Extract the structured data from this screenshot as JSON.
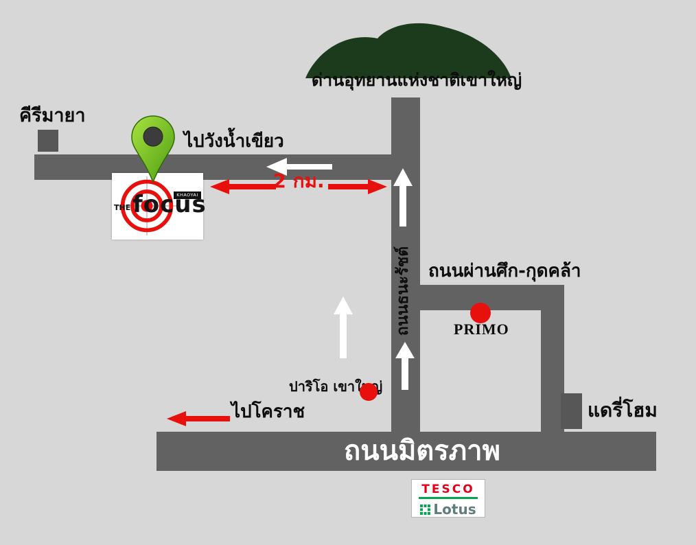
{
  "labels": {
    "park_checkpoint": "ด่านอุทยานแห่งชาติเขาใหญ่",
    "kirimaya": "คีรีมายา",
    "to_wang_nam_khiao": "ไปวังน้ำเขียว",
    "distance_2km": "2 กม.",
    "thanarat_road": "ถนนธนะรัชต์",
    "phan_suek_kut_khla_road": "ถนนผ่านศึก-กุดคล้า",
    "primo": "PRIMO",
    "pario_khao_yai": "ปาริโอ เขาใหญ่",
    "to_korat": "ไปโคราช",
    "dairy_home": "แดรี่โฮม",
    "mittraphap_road": "ถนนมิตรภาพ"
  },
  "focus_logo": {
    "the": "THE",
    "name": "focus",
    "region": "KHAOYAI"
  },
  "tesco_lotus": {
    "brand": "TESCO",
    "sub_brand": "Lotus"
  },
  "colors": {
    "background": "#d7d7d7",
    "road": "#626262",
    "square_gray": "#575757",
    "mountain_green": "#1c3b1c",
    "accent_red": "#e8100c",
    "pin_green_light": "#a8e33f",
    "pin_green_dark": "#4e9d12",
    "tesco_red": "#e4001b",
    "tesco_green": "#00a650",
    "lotus_teal": "#5f7d7d"
  }
}
